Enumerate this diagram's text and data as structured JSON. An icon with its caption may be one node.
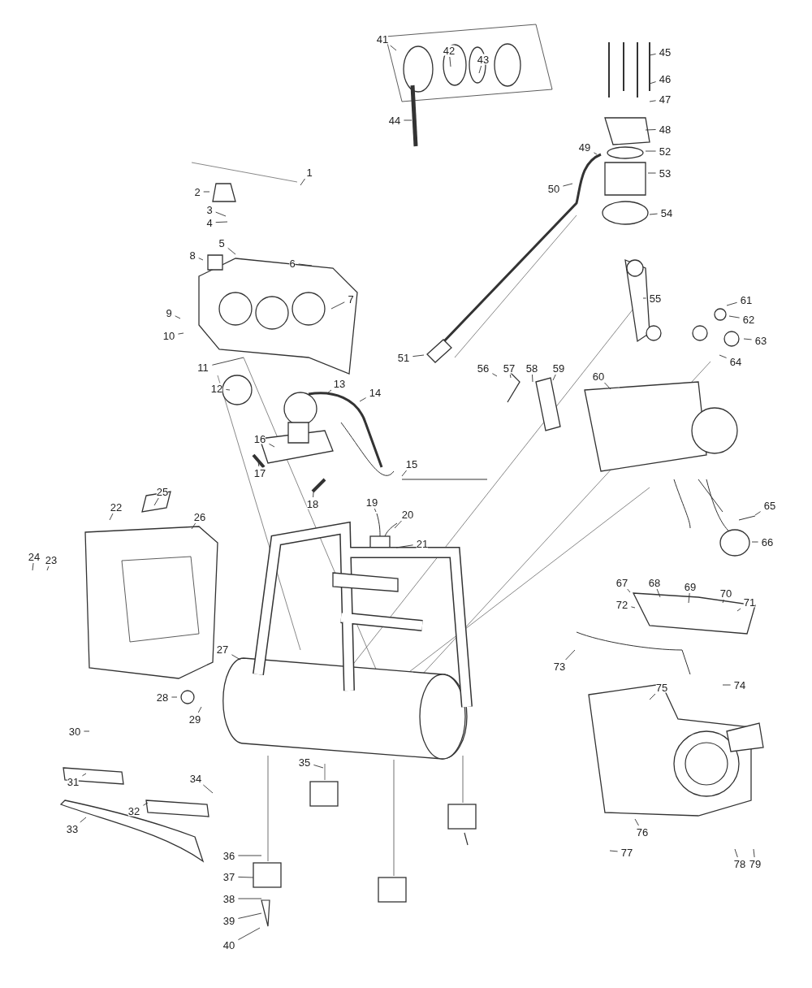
{
  "diagram": {
    "nodes": [
      {
        "text": [
          "1"
        ]
      },
      {
        "text": [
          "2"
        ]
      },
      {
        "text": [
          "3"
        ]
      },
      {
        "text": [
          "4"
        ]
      },
      {
        "text": [
          "5"
        ]
      },
      {
        "text": [
          "6"
        ]
      },
      {
        "text": [
          "7"
        ]
      },
      {
        "text": [
          "8"
        ]
      },
      {
        "text": [
          "9"
        ]
      },
      {
        "text": [
          "10"
        ]
      },
      {
        "text": [
          "11"
        ]
      },
      {
        "text": [
          "12"
        ]
      },
      {
        "text": [
          "13"
        ]
      },
      {
        "text": [
          "14"
        ]
      },
      {
        "text": [
          "15"
        ]
      },
      {
        "text": [
          "16"
        ]
      },
      {
        "text": [
          "17"
        ]
      },
      {
        "text": [
          "18"
        ]
      },
      {
        "text": [
          "19"
        ]
      },
      {
        "text": [
          "20"
        ]
      },
      {
        "text": [
          "21"
        ]
      },
      {
        "text": [
          "22"
        ]
      },
      {
        "text": [
          "23"
        ]
      },
      {
        "text": [
          "24"
        ]
      },
      {
        "text": [
          "25"
        ]
      },
      {
        "text": [
          "26"
        ]
      },
      {
        "text": [
          "27"
        ]
      },
      {
        "text": [
          "28"
        ]
      },
      {
        "text": [
          "29"
        ]
      },
      {
        "text": [
          "30"
        ]
      },
      {
        "text": [
          "31"
        ]
      },
      {
        "text": [
          "32"
        ]
      },
      {
        "text": [
          "33"
        ]
      },
      {
        "text": [
          "34"
        ]
      },
      {
        "text": [
          "35"
        ]
      },
      {
        "text": [
          "36"
        ]
      },
      {
        "text": [
          "37"
        ]
      },
      {
        "text": [
          "38"
        ]
      },
      {
        "text": [
          "39"
        ]
      },
      {
        "text": [
          "40"
        ]
      },
      {
        "text": [
          "41"
        ]
      },
      {
        "text": [
          "42"
        ]
      },
      {
        "text": [
          "43"
        ]
      },
      {
        "text": [
          "44"
        ]
      },
      {
        "text": [
          "45"
        ]
      },
      {
        "text": [
          "46"
        ]
      },
      {
        "text": [
          "47"
        ]
      },
      {
        "text": [
          "48"
        ]
      },
      {
        "text": [
          "49"
        ]
      },
      {
        "text": [
          "50"
        ]
      },
      {
        "text": [
          "51"
        ]
      },
      {
        "text": [
          "52"
        ]
      },
      {
        "text": [
          "53"
        ]
      },
      {
        "text": [
          "54"
        ]
      },
      {
        "text": [
          "55"
        ]
      },
      {
        "text": [
          "56"
        ]
      },
      {
        "text": [
          "57"
        ]
      },
      {
        "text": [
          "58"
        ]
      },
      {
        "text": [
          "59"
        ]
      },
      {
        "text": [
          "60"
        ]
      },
      {
        "text": [
          "61"
        ]
      },
      {
        "text": [
          "62"
        ]
      },
      {
        "text": [
          "63"
        ]
      },
      {
        "text": [
          "64"
        ]
      },
      {
        "text": [
          "65"
        ]
      },
      {
        "text": [
          "66"
        ]
      },
      {
        "text": [
          "67"
        ]
      },
      {
        "text": [
          "68"
        ]
      },
      {
        "text": [
          "69"
        ]
      },
      {
        "text": [
          "70"
        ]
      },
      {
        "text": [
          "71"
        ]
      },
      {
        "text": [
          "72"
        ]
      },
      {
        "text": [
          "73"
        ]
      },
      {
        "text": [
          "74"
        ]
      },
      {
        "text": [
          "75"
        ]
      },
      {
        "text": [
          "76"
        ]
      },
      {
        "text": [
          "77"
        ]
      },
      {
        "text": [
          "78"
        ]
      },
      {
        "text": [
          "79"
        ]
      }
    ],
    "edges": [
      {
        "from": 0,
        "to": null,
        "arrow": "none"
      },
      {
        "from": 1,
        "to": null,
        "arrow": "none"
      },
      {
        "from": 2,
        "to": null,
        "arrow": "none"
      },
      {
        "from": 3,
        "to": null,
        "arrow": "none"
      },
      {
        "from": 4,
        "to": null,
        "arrow": "none"
      },
      {
        "from": 5,
        "to": null,
        "arrow": "none"
      },
      {
        "from": 6,
        "to": null,
        "arrow": "none"
      },
      {
        "from": 7,
        "to": null,
        "arrow": "none"
      },
      {
        "from": 8,
        "to": null,
        "arrow": "none"
      },
      {
        "from": 9,
        "to": null,
        "arrow": "none"
      },
      {
        "from": 10,
        "to": null,
        "arrow": "none"
      },
      {
        "from": 11,
        "to": null,
        "arrow": "none"
      },
      {
        "from": 12,
        "to": null,
        "arrow": "none"
      },
      {
        "from": 13,
        "to": null,
        "arrow": "none"
      },
      {
        "from": 14,
        "to": null,
        "arrow": "none"
      },
      {
        "from": 15,
        "to": null,
        "arrow": "none"
      },
      {
        "from": 16,
        "to": null,
        "arrow": "none"
      },
      {
        "from": 17,
        "to": null,
        "arrow": "none"
      },
      {
        "from": 18,
        "to": null,
        "arrow": "none"
      },
      {
        "from": 19,
        "to": null,
        "arrow": "none"
      },
      {
        "from": 20,
        "to": null,
        "arrow": "none"
      },
      {
        "from": 21,
        "to": null,
        "arrow": "none"
      },
      {
        "from": 22,
        "to": null,
        "arrow": "none"
      },
      {
        "from": 23,
        "to": null,
        "arrow": "none"
      },
      {
        "from": 24,
        "to": null,
        "arrow": "none"
      },
      {
        "from": 25,
        "to": null,
        "arrow": "none"
      },
      {
        "from": 26,
        "to": null,
        "arrow": "none"
      },
      {
        "from": 27,
        "to": null,
        "arrow": "none"
      },
      {
        "from": 28,
        "to": null,
        "arrow": "none"
      },
      {
        "from": 29,
        "to": null,
        "arrow": "none"
      },
      {
        "from": 30,
        "to": null,
        "arrow": "none"
      },
      {
        "from": 31,
        "to": null,
        "arrow": "none"
      },
      {
        "from": 32,
        "to": null,
        "arrow": "none"
      },
      {
        "from": 33,
        "to": null,
        "arrow": "none"
      },
      {
        "from": 34,
        "to": null,
        "arrow": "none"
      },
      {
        "from": 35,
        "to": null,
        "arrow": "none"
      },
      {
        "from": 36,
        "to": null,
        "arrow": "none"
      },
      {
        "from": 37,
        "to": null,
        "arrow": "none"
      },
      {
        "from": 38,
        "to": null,
        "arrow": "none"
      },
      {
        "from": 39,
        "to": null,
        "arrow": "none"
      },
      {
        "from": 40,
        "to": null,
        "arrow": "none"
      },
      {
        "from": 41,
        "to": null,
        "arrow": "none"
      },
      {
        "from": 42,
        "to": null,
        "arrow": "none"
      },
      {
        "from": 43,
        "to": null,
        "arrow": "none"
      },
      {
        "from": 44,
        "to": null,
        "arrow": "none"
      },
      {
        "from": 45,
        "to": null,
        "arrow": "none"
      },
      {
        "from": 46,
        "to": null,
        "arrow": "none"
      },
      {
        "from": 47,
        "to": null,
        "arrow": "none"
      },
      {
        "from": 48,
        "to": null,
        "arrow": "none"
      },
      {
        "from": 49,
        "to": null,
        "arrow": "none"
      },
      {
        "from": 50,
        "to": null,
        "arrow": "none"
      },
      {
        "from": 51,
        "to": null,
        "arrow": "none"
      },
      {
        "from": 52,
        "to": null,
        "arrow": "none"
      },
      {
        "from": 53,
        "to": null,
        "arrow": "none"
      },
      {
        "from": 54,
        "to": null,
        "arrow": "none"
      },
      {
        "from": 55,
        "to": null,
        "arrow": "none"
      },
      {
        "from": 56,
        "to": null,
        "arrow": "none"
      },
      {
        "from": 57,
        "to": null,
        "arrow": "none"
      },
      {
        "from": 58,
        "to": null,
        "arrow": "none"
      },
      {
        "from": 59,
        "to": null,
        "arrow": "none"
      },
      {
        "from": 60,
        "to": null,
        "arrow": "none"
      },
      {
        "from": 61,
        "to": null,
        "arrow": "none"
      },
      {
        "from": 62,
        "to": null,
        "arrow": "none"
      },
      {
        "from": 63,
        "to": null,
        "arrow": "none"
      },
      {
        "from": 64,
        "to": null,
        "arrow": "none"
      },
      {
        "from": 65,
        "to": null,
        "arrow": "none"
      },
      {
        "from": 66,
        "to": null,
        "arrow": "none"
      },
      {
        "from": 67,
        "to": null,
        "arrow": "none"
      },
      {
        "from": 68,
        "to": null,
        "arrow": "none"
      },
      {
        "from": 69,
        "to": null,
        "arrow": "none"
      },
      {
        "from": 70,
        "to": null,
        "arrow": "none"
      },
      {
        "from": 71,
        "to": null,
        "arrow": "none"
      },
      {
        "from": 72,
        "to": null,
        "arrow": "none"
      },
      {
        "from": 73,
        "to": null,
        "arrow": "none"
      },
      {
        "from": 74,
        "to": null,
        "arrow": "none"
      },
      {
        "from": 75,
        "to": null,
        "arrow": "none"
      },
      {
        "from": 76,
        "to": null,
        "arrow": "none"
      },
      {
        "from": 77,
        "to": null,
        "arrow": "none"
      },
      {
        "from": 78,
        "to": null,
        "arrow": "none"
      }
    ]
  }
}
